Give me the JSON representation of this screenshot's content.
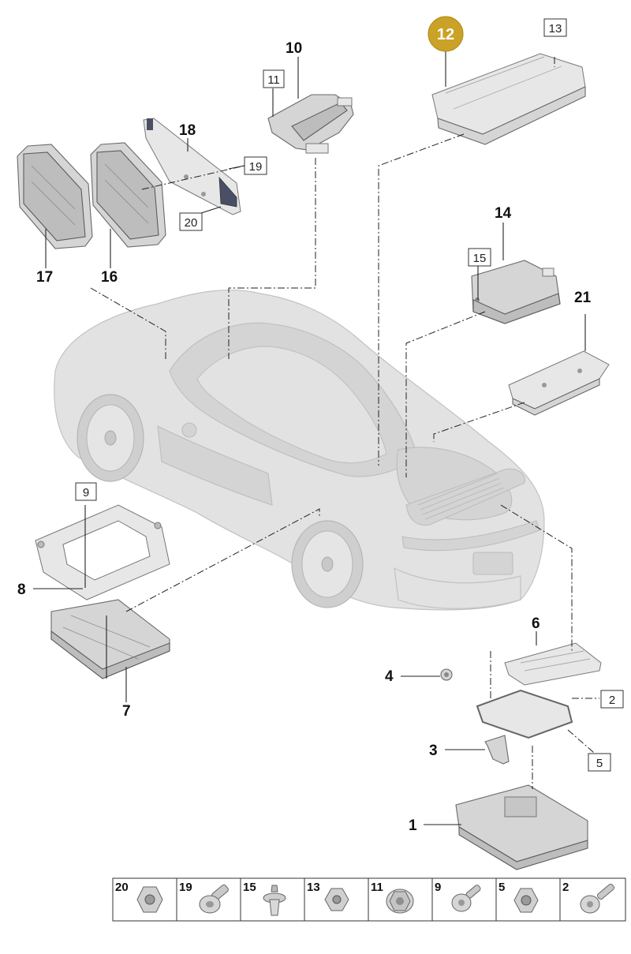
{
  "callouts": {
    "c1": "1",
    "c3": "3",
    "c4": "4",
    "c6": "6",
    "c7": "7",
    "c8": "8",
    "c10": "10",
    "c12": "12",
    "c14": "14",
    "c16": "16",
    "c17": "17",
    "c18": "18",
    "c21": "21"
  },
  "boxed_labels": {
    "b2": "2",
    "b5": "5",
    "b9": "9",
    "b11": "11",
    "b13": "13",
    "b15": "15",
    "b19": "19",
    "b20": "20"
  },
  "highlighted_part": "12",
  "highlight_color": "#c9a227",
  "hardware_strip": [
    {
      "label": "20",
      "icon": "hex-nut-icon"
    },
    {
      "label": "19",
      "icon": "flange-bolt-icon"
    },
    {
      "label": "15",
      "icon": "plastic-clip-icon"
    },
    {
      "label": "13",
      "icon": "hex-nut-icon"
    },
    {
      "label": "11",
      "icon": "flange-nut-icon"
    },
    {
      "label": "9",
      "icon": "pan-head-screw-icon"
    },
    {
      "label": "5",
      "icon": "hex-nut-icon"
    },
    {
      "label": "2",
      "icon": "pan-head-screw-icon"
    }
  ]
}
